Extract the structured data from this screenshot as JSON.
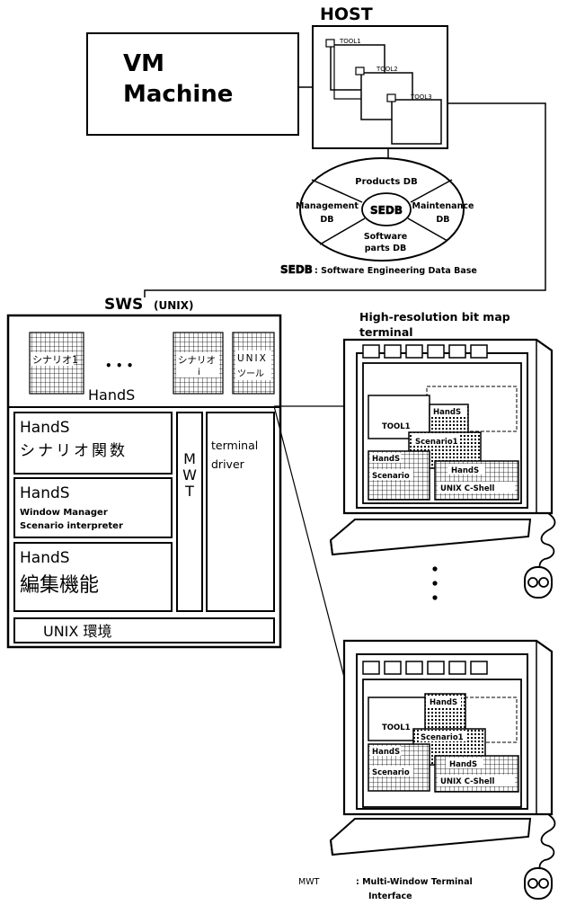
{
  "host": {
    "title": "HOST",
    "tools": [
      "TOOL1",
      "TOOL2",
      "TOOL3"
    ],
    "db_ring": {
      "center": "SEDB",
      "top": "Products DB",
      "left_line1": "Management",
      "left_line2": "DB",
      "right_line1": "Maintenance",
      "right_line2": "DB",
      "bottom_line1": "Software",
      "bottom_line2": "parts DB"
    },
    "sedb_legend": {
      "abbr": "SEDB",
      "text": ": Software Engineering Data Base"
    }
  },
  "vm": {
    "line1": "VM",
    "line2": "Machine"
  },
  "sws": {
    "title": "SWS",
    "subtitle": "(UNIX)",
    "scenario_top": {
      "icon1": "シナリオ1",
      "ellipsis": "• • •",
      "icon2_l1": "シナリオ",
      "icon2_l2": "i",
      "icon3_l1": "UNIX",
      "icon3_l2": "ツール",
      "label": "HandS"
    },
    "module1": {
      "line1": "HandS",
      "line2": "シナリオ関数"
    },
    "module2": {
      "line1": "HandS",
      "line2": "Window Manager",
      "line3": "Scenario interpreter"
    },
    "module3": {
      "line1": "HandS",
      "line2": "編集機能"
    },
    "mwt": [
      "M",
      "W",
      "T"
    ],
    "terminal_driver": {
      "line1": "terminal",
      "line2": "driver"
    },
    "unix_env": "UNIX 環境"
  },
  "terminal": {
    "title_line1": "High-resolution bit map",
    "title_line2": "terminal",
    "windows": {
      "tool1": "TOOL1",
      "hands1": "HandS",
      "scenario1": "Scenario1",
      "hands2": "HandS",
      "scenario": "Scenario",
      "hands3": "HandS",
      "unix_cshell": "UNIX C-Shell"
    }
  },
  "mwt_legend": {
    "abbr": "MWT",
    "line1": ": Multi-Window Terminal",
    "line2": "Interface"
  }
}
